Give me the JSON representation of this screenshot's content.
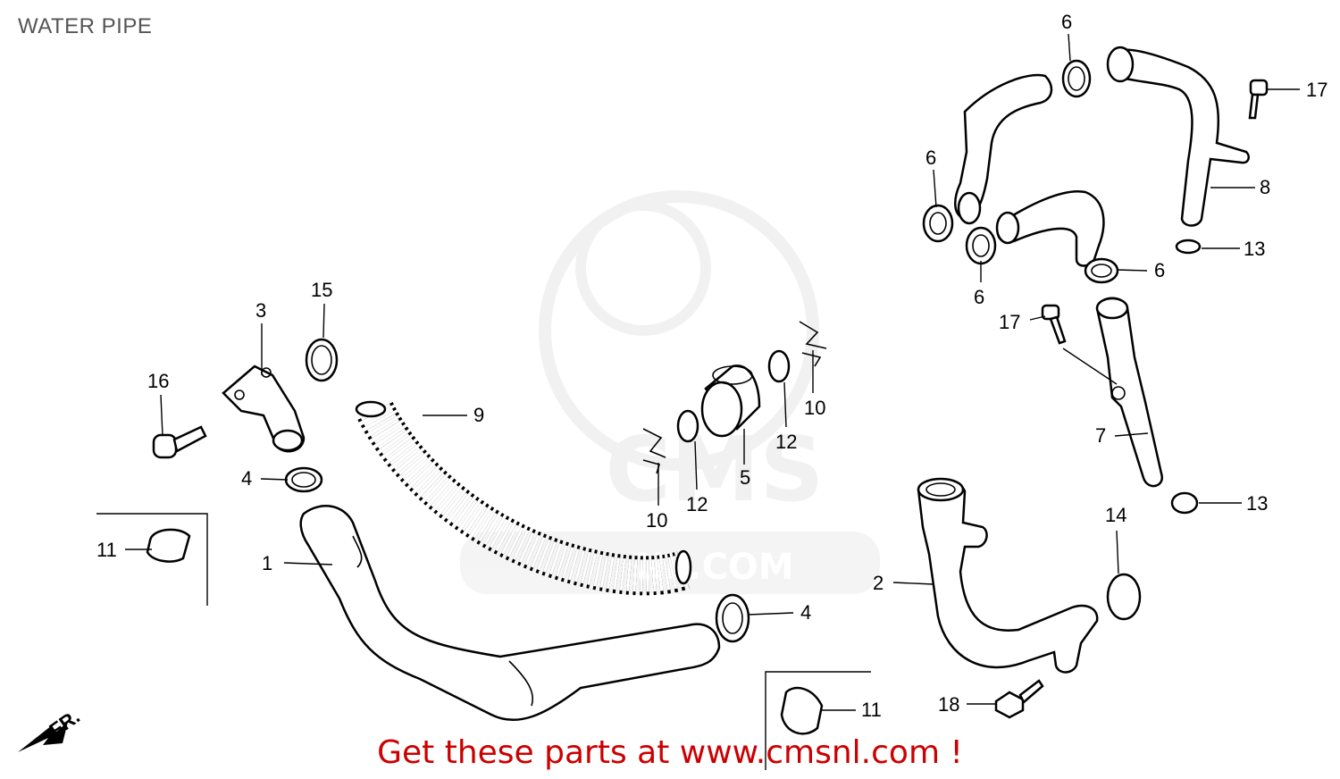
{
  "title": "WATER PIPE",
  "footer": "Get these parts at www.cmsnl.com !",
  "watermark_text": "CMS",
  "watermark_subtext": "NL.COM",
  "direction_label": "FR.",
  "colors": {
    "footer": "#cc0000",
    "title": "#555555",
    "watermark": "#e6e6e6"
  },
  "callouts": {
    "c1": "1",
    "c2": "2",
    "c3": "3",
    "c4a": "4",
    "c4b": "4",
    "c5": "5",
    "c6a": "6",
    "c6b": "6",
    "c6c": "6",
    "c6d": "6",
    "c7": "7",
    "c8": "8",
    "c9": "9",
    "c10a": "10",
    "c10b": "10",
    "c11a": "11",
    "c11b": "11",
    "c12a": "12",
    "c12b": "12",
    "c13a": "13",
    "c13b": "13",
    "c14": "14",
    "c15": "15",
    "c16": "16",
    "c17a": "17",
    "c17b": "17",
    "c18": "18"
  }
}
